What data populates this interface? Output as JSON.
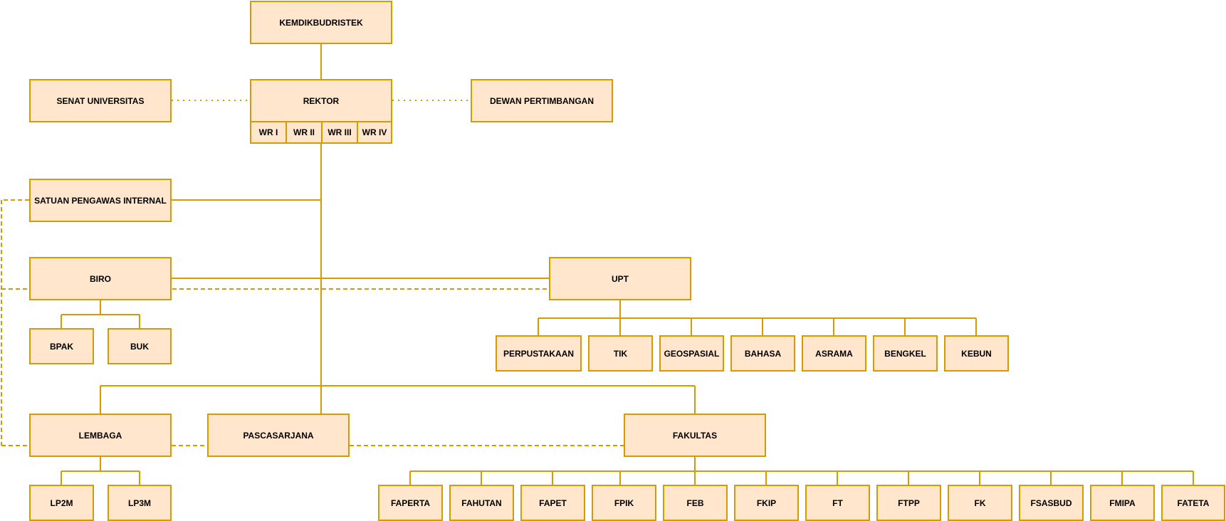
{
  "colors": {
    "fill": "#ffe6cc",
    "stroke": "#d79b00"
  },
  "nodes": {
    "kemdikbudristek": "KEMDIKBUDRISTEK",
    "senat": "SENAT UNIVERSITAS",
    "rektor": "REKTOR",
    "dewan": "DEWAN PERTIMBANGAN",
    "wr1": "WR I",
    "wr2": "WR II",
    "wr3": "WR III",
    "wr4": "WR IV",
    "spi": "SATUAN PENGAWAS INTERNAL",
    "biro": "BIRO",
    "upt": "UPT",
    "bpak": "BPAK",
    "buk": "BUK",
    "perpustakaan": "PERPUSTAKAAN",
    "tik": "TIK",
    "geospasial": "GEOSPASIAL",
    "bahasa": "BAHASA",
    "asrama": "ASRAMA",
    "bengkel": "BENGKEL",
    "kebun": "KEBUN",
    "lembaga": "LEMBAGA",
    "pascasarjana": "PASCASARJANA",
    "fakultas": "FAKULTAS",
    "lp2m": "LP2M",
    "lp3m": "LP3M",
    "faperta": "FAPERTA",
    "fahutan": "FAHUTAN",
    "fapet": "FAPET",
    "fpik": "FPIK",
    "feb": "FEB",
    "fkip": "FKIP",
    "ft": "FT",
    "ftpp": "FTPP",
    "fk": "FK",
    "fsasbud": "FSASBUD",
    "fmipa": "FMIPA",
    "fateta": "FATETA"
  }
}
